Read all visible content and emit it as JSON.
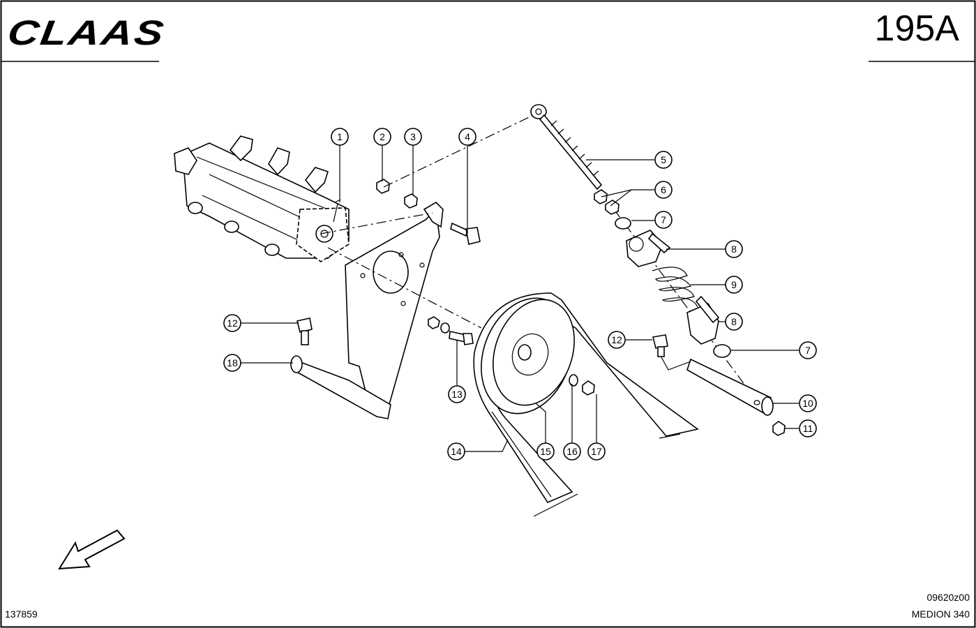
{
  "header": {
    "brand": "CLAAS",
    "page_number": "195A"
  },
  "footer": {
    "left_id": "137859",
    "drawing_code": "09620z00",
    "model": "MEDION 340"
  },
  "callouts": [
    {
      "label": "1"
    },
    {
      "label": "2"
    },
    {
      "label": "3"
    },
    {
      "label": "4"
    },
    {
      "label": "5"
    },
    {
      "label": "6"
    },
    {
      "label": "7"
    },
    {
      "label": "8"
    },
    {
      "label": "9"
    },
    {
      "label": "8"
    },
    {
      "label": "7"
    },
    {
      "label": "10"
    },
    {
      "label": "11"
    },
    {
      "label": "12"
    },
    {
      "label": "12"
    },
    {
      "label": "13"
    },
    {
      "label": "14"
    },
    {
      "label": "15"
    },
    {
      "label": "16"
    },
    {
      "label": "17"
    },
    {
      "label": "18"
    }
  ],
  "colors": {
    "ink": "#000000",
    "paper": "#ffffff"
  }
}
